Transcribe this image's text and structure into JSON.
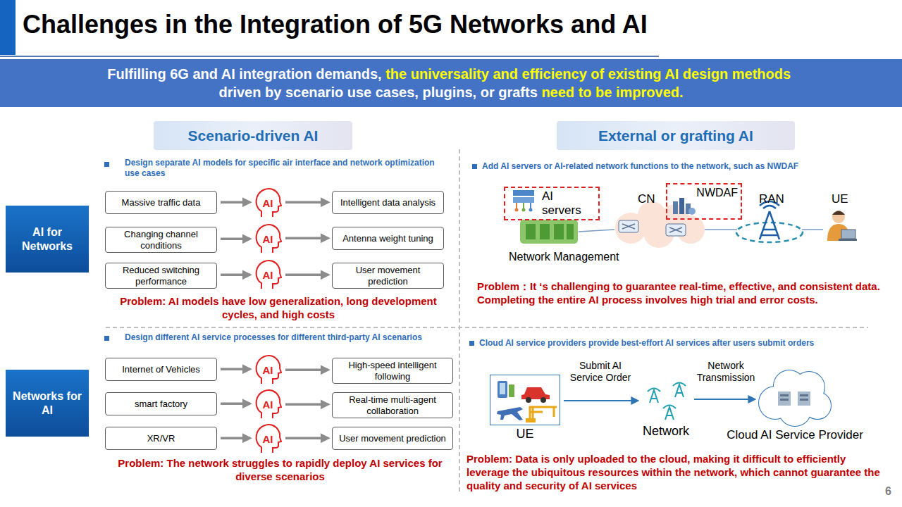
{
  "diagram": {
    "title": "Challenges in the Integration of 5G Networks and AI",
    "nodes": [
      {
        "text": [
          "Fulfilling 6G and AI integration demands,",
          "the universality and efficiency of existing AI design methods",
          "driven by scenario use cases, plugins, or grafts",
          "need to be improved."
        ]
      },
      {
        "text": [
          "Scenario-driven AI"
        ]
      },
      {
        "text": [
          "External or grafting AI"
        ]
      },
      {
        "text": [
          "AI for Networks"
        ]
      },
      {
        "text": [
          "Networks for AI"
        ]
      },
      {
        "text": [
          "Massive traffic data"
        ]
      },
      {
        "text": [
          "AI"
        ]
      },
      {
        "text": [
          "Intelligent data analysis"
        ]
      },
      {
        "text": [
          "Changing channel conditions"
        ]
      },
      {
        "text": [
          "AI"
        ]
      },
      {
        "text": [
          "Antenna weight tuning"
        ]
      },
      {
        "text": [
          "Reduced switching performance"
        ]
      },
      {
        "text": [
          "AI"
        ]
      },
      {
        "text": [
          "User movement prediction"
        ]
      },
      {
        "text": [
          "Internet of Vehicles"
        ]
      },
      {
        "text": [
          "AI"
        ]
      },
      {
        "text": [
          "High-speed intelligent following"
        ]
      },
      {
        "text": [
          "smart factory"
        ]
      },
      {
        "text": [
          "AI"
        ]
      },
      {
        "text": [
          "Real-time multi-agent collaboration"
        ]
      },
      {
        "text": [
          "XR/VR"
        ]
      },
      {
        "text": [
          "AI"
        ]
      },
      {
        "text": [
          "User movement prediction"
        ]
      },
      {
        "text": [
          "AI servers"
        ]
      },
      {
        "text": [
          "NWDAF"
        ]
      },
      {
        "text": [
          "UE"
        ]
      },
      {
        "text": [
          "Network"
        ]
      },
      {
        "text": [
          "Cloud AI Service Provider"
        ]
      }
    ],
    "edges": [
      {
        "from": 5,
        "to": 6,
        "arrow": "to"
      },
      {
        "from": 6,
        "to": 7,
        "arrow": "to"
      },
      {
        "from": 8,
        "to": 9,
        "arrow": "to"
      },
      {
        "from": 9,
        "to": 10,
        "arrow": "to"
      },
      {
        "from": 11,
        "to": 12,
        "arrow": "to"
      },
      {
        "from": 12,
        "to": 13,
        "arrow": "to"
      },
      {
        "from": 14,
        "to": 15,
        "arrow": "to"
      },
      {
        "from": 15,
        "to": 16,
        "arrow": "to"
      },
      {
        "from": 17,
        "to": 18,
        "arrow": "to"
      },
      {
        "from": 18,
        "to": 19,
        "arrow": "to"
      },
      {
        "from": 20,
        "to": 21,
        "arrow": "to"
      },
      {
        "from": 21,
        "to": 22,
        "arrow": "to"
      },
      {
        "from": 25,
        "to": 26,
        "label": "Submit AI Service Order",
        "arrow": "to"
      },
      {
        "from": 26,
        "to": 27,
        "label": "Network Transmission",
        "arrow": "to"
      }
    ],
    "labels": [
      "Design separate AI models for specific air interface and network optimization use cases",
      "Problem: AI models have low generalization, long development cycles, and high costs",
      "Design different AI service processes for different third-party AI scenarios",
      "Problem: The network struggles to rapidly deploy AI services for diverse scenarios",
      "Add AI servers or AI-related network functions to the network, such as NWDAF",
      "CN",
      "RAN",
      "UE",
      "Network Management",
      "Problem：It ‘s challenging to guarantee real-time, effective, and consistent data. Completing the entire AI process involves high trial and error costs.",
      "Cloud AI service providers provide best-effort AI services after users submit orders",
      "Problem: Data is only uploaded to the cloud, making it difficult to efficiently leverage the ubiquitous resources within the network, which cannot guarantee the quality and security of AI services",
      "6"
    ]
  }
}
